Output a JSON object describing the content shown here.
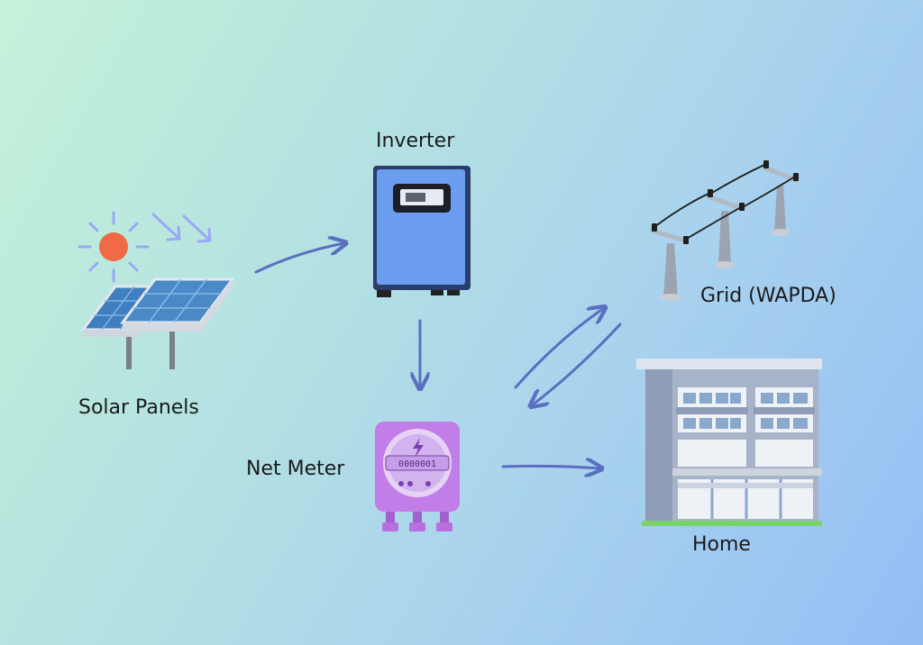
{
  "nodes": {
    "inverter": {
      "label": "Inverter"
    },
    "solar": {
      "label": "Solar Panels"
    },
    "grid": {
      "label": "Grid (WAPDA)"
    },
    "meter": {
      "label": "Net Meter",
      "readout": "0000001"
    },
    "home": {
      "label": "Home"
    }
  },
  "colors": {
    "arrow": "#5a6fc0",
    "sun": "#f06a45",
    "sun_rays": "#9aa8f5",
    "panel": "#3f7fbf",
    "inverter": "#6b9df0",
    "meter": "#c27ee8",
    "building": "#8e9cb8"
  },
  "icons": {
    "solar": "solar-panel-icon",
    "sun": "sun-icon",
    "inverter": "inverter-icon",
    "grid": "power-tower-icon",
    "meter": "electric-meter-icon",
    "home": "building-icon"
  }
}
